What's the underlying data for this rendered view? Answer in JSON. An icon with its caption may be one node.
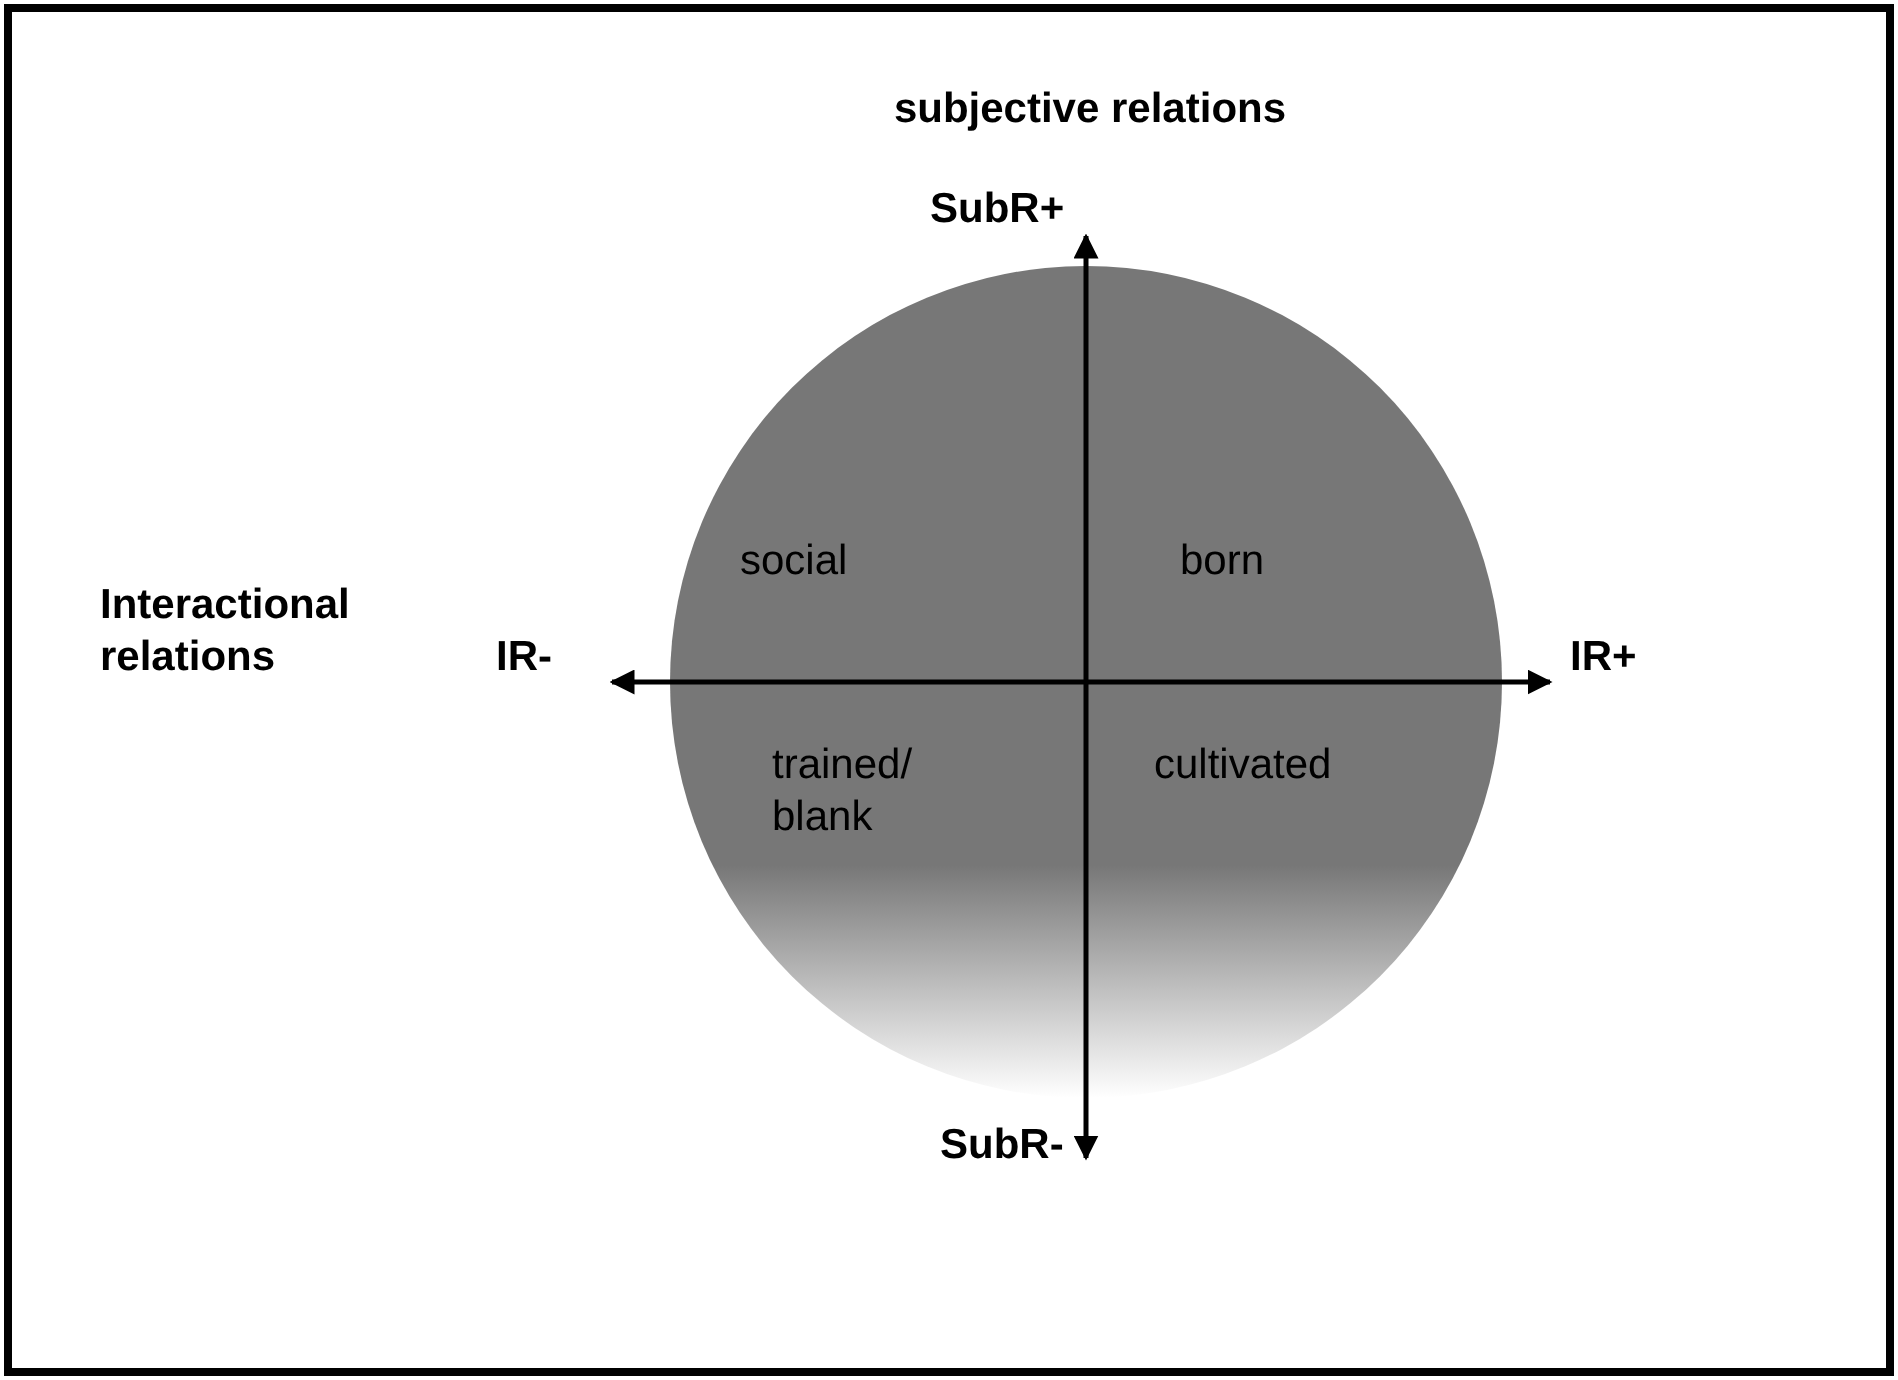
{
  "diagram": {
    "labels": [
      "subjective relations",
      "SubR+",
      "social",
      "born",
      "Interactional relations",
      "IR-",
      "IR+",
      "trained/ blank",
      "cultivated",
      "SubR-"
    ]
  }
}
